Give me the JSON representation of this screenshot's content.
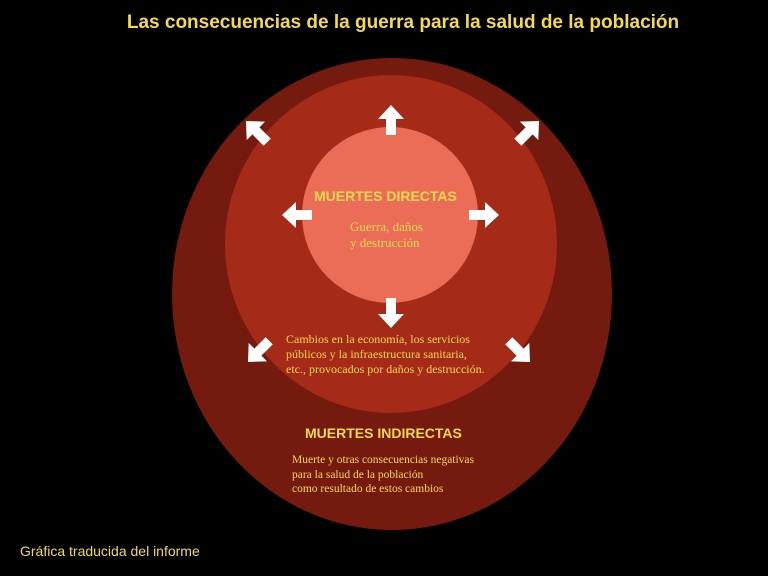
{
  "header": {
    "title": "Las consecuencias de la guerra para la salud de la población"
  },
  "diagram": {
    "colors": {
      "outer": "#741a0f",
      "middle": "#a52a18",
      "inner": "#ec6d57",
      "text": "#f5d94f",
      "arrow": "#ffffff"
    },
    "inner": {
      "heading": "MUERTES DIRECTAS",
      "description": "Guerra, daños\ny destrucción"
    },
    "middle": {
      "description": "Cambios en la economía, los servicios\npúblicos y la infraestructura sanitaria,\netc., provocados por daños y destrucción."
    },
    "outer": {
      "heading": "MUERTES INDIRECTAS",
      "description": "Muerte y otras consecuencias negativas\npara la salud de la población\ncomo resultado de estos cambios"
    },
    "arrows": [
      "up",
      "down",
      "left",
      "right",
      "up-left",
      "up-right",
      "down-left",
      "down-right"
    ]
  },
  "footer": {
    "caption": "Gráfica traducida del informe"
  }
}
